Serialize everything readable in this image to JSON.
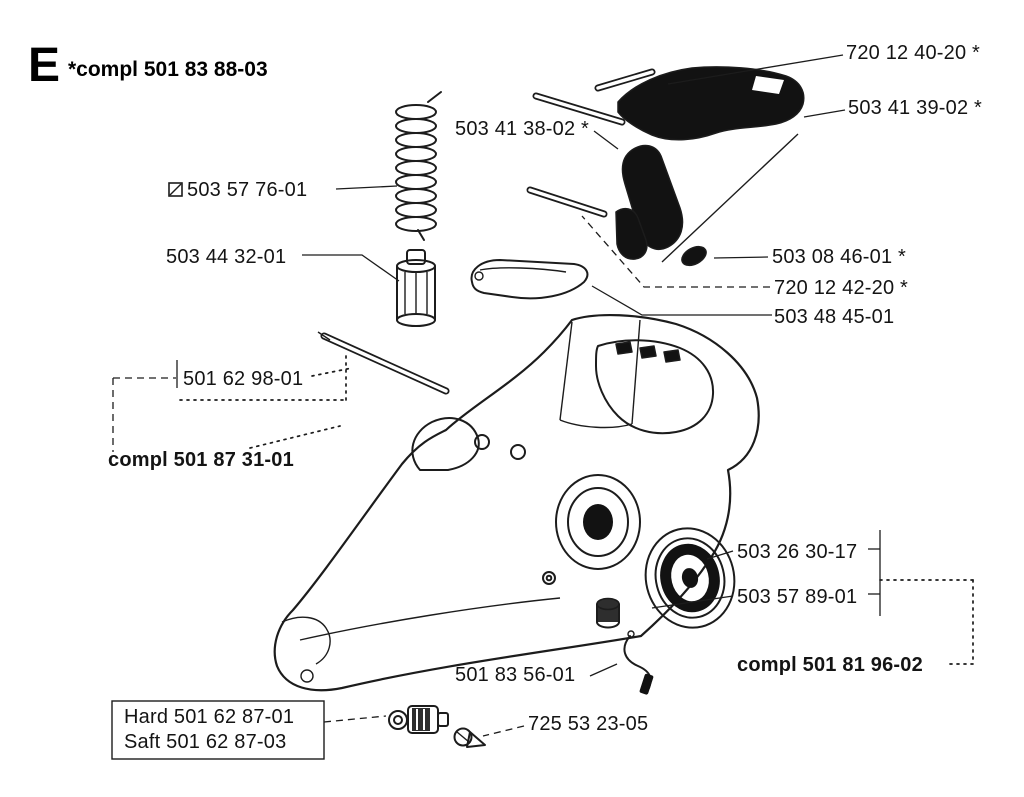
{
  "page": {
    "background": "#ffffff",
    "ink": "#1c1c1c"
  },
  "header": {
    "section_letter": "E",
    "assembly": "*compl 501 83 88-03"
  },
  "icons": {
    "note_box_icon": "square-with-diagonal"
  },
  "labels": [
    {
      "text": "720 12 40-20 *"
    },
    {
      "text": "503 41 39-02 *"
    },
    {
      "text": "503 41 38-02 *"
    },
    {
      "text": "503 57 76-01",
      "icon": "note_box_icon"
    },
    {
      "text": "503 44 32-01"
    },
    {
      "text": "503 08 46-01 *"
    },
    {
      "text": "720 12 42-20 *"
    },
    {
      "text": "503 48 45-01"
    },
    {
      "text": "501 62 98-01"
    },
    {
      "text": "compl 501 87 31-01"
    },
    {
      "text": "503 26 30-17"
    },
    {
      "text": "503 57 89-01"
    },
    {
      "text": "compl 501 81 96-02"
    },
    {
      "text": "501 83 56-01"
    },
    {
      "text": "Hard 501 62 87-01"
    },
    {
      "text": "Saft 501 62 87-03"
    },
    {
      "text": "725 53 23-05"
    }
  ]
}
